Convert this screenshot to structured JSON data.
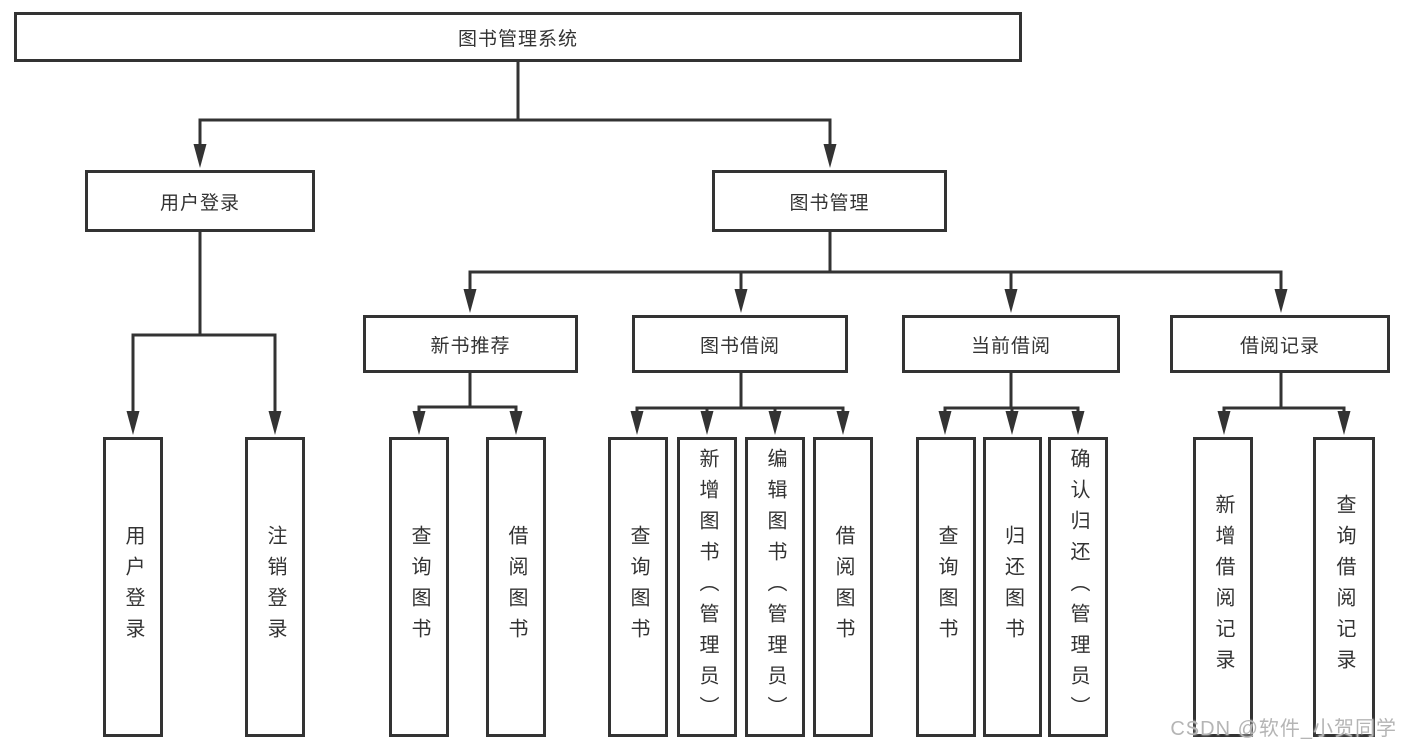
{
  "diagram": {
    "type": "tree",
    "watermark": "CSDN @软件_小贺同学",
    "colors": {
      "line": "#333333",
      "box_border": "#333333",
      "text": "#333333",
      "watermark": "#b5b5b5",
      "background": "#ffffff"
    },
    "root": {
      "label": "图书管理系统",
      "children": [
        {
          "label": "用户登录",
          "children": [
            {
              "label": "用户登录"
            },
            {
              "label": "注销登录"
            }
          ]
        },
        {
          "label": "图书管理",
          "children": [
            {
              "label": "新书推荐",
              "children": [
                {
                  "label": "查询图书"
                },
                {
                  "label": "借阅图书"
                }
              ]
            },
            {
              "label": "图书借阅",
              "children": [
                {
                  "label": "查询图书"
                },
                {
                  "label": "新增图书（管理员）"
                },
                {
                  "label": "编辑图书（管理员）"
                },
                {
                  "label": "借阅图书"
                }
              ]
            },
            {
              "label": "当前借阅",
              "children": [
                {
                  "label": "查询图书"
                },
                {
                  "label": "归还图书"
                },
                {
                  "label": "确认归还（管理员）"
                }
              ]
            },
            {
              "label": "借阅记录",
              "children": [
                {
                  "label": "新增借阅记录"
                },
                {
                  "label": "查询借阅记录"
                }
              ]
            }
          ]
        }
      ]
    }
  }
}
